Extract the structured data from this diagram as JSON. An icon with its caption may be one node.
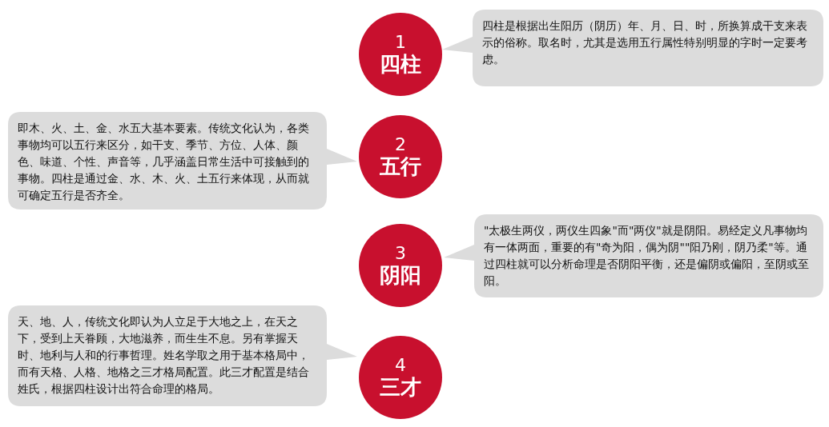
{
  "diagram": {
    "nodes": [
      {
        "text": [
          "1",
          "四柱"
        ]
      },
      {
        "text": [
          "四柱是根据出生阳历（阴历）年、月、日、时，所换算成干支来表示的俗称。取名时，尤其是选用五行属性特别明显的字时一定要考虑。"
        ]
      },
      {
        "text": [
          "即木、火、土、金、水五大基本要素。传统文化认为，各类事物均可以五行来区分，如干支、季节、方位、人体、颜色、味道、个性、声音等，几乎涵盖日常生活中可接触到的事物。四柱是通过金、水、木、火、土五行来体现，从而就可确定五行是否齐全。"
        ]
      },
      {
        "text": [
          "2",
          "五行"
        ]
      },
      {
        "text": [
          "3",
          "阴阳"
        ]
      },
      {
        "text": [
          "\"太极生两仪，两仪生四象\"而\"两仪\"就是阴阳。易经定义凡事物均有一体两面，重要的有\"奇为阳，偶为阴\"\"阳乃刚，阴乃柔\"等。通过四柱就可以分析命理是否阴阳平衡，还是偏阴或偏阳，至阴或至阳。"
        ]
      },
      {
        "text": [
          "天、地、人，传统文化即认为人立足于大地之上，在天之下，受到上天眷顾，大地滋养，而生生不息。另有掌握天时、地利与人和的行事哲理。姓名学取之用于基本格局中，而有天格、人格、地格之三才格局配置。此三才配置是结合姓氏，根据四柱设计出符合命理的格局。"
        ]
      },
      {
        "text": [
          "4",
          "三才"
        ]
      }
    ],
    "edges": []
  }
}
